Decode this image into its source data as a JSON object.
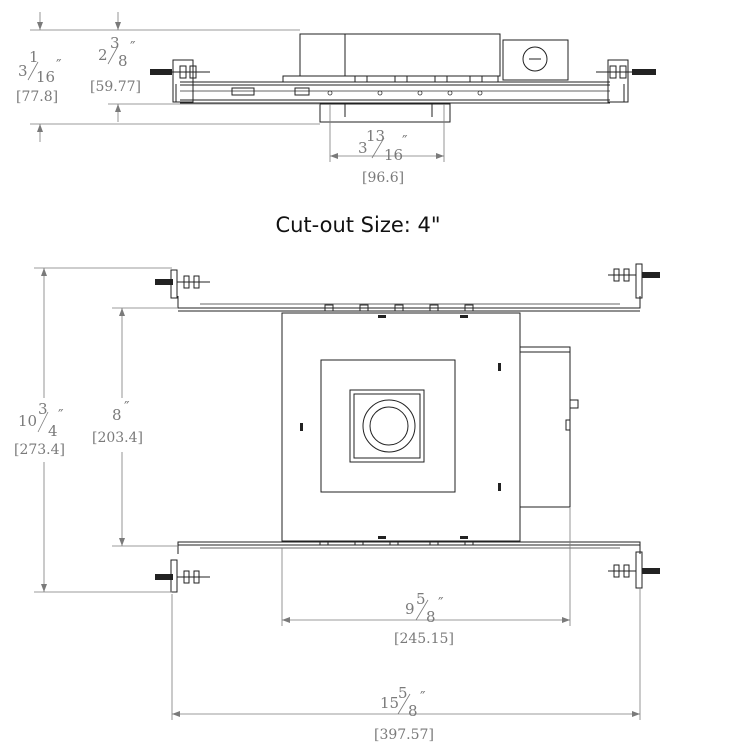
{
  "title": "Cut-out Size: 4\"",
  "dimensions": {
    "side_overall_height": {
      "whole": "3",
      "num": "1",
      "den": "16",
      "mark": "″",
      "metric": "[77.8]"
    },
    "side_body_height": {
      "whole": "2",
      "num": "3",
      "den": "8",
      "mark": "″",
      "metric": "[59.77]"
    },
    "side_box_width": {
      "whole": "3",
      "num": "13",
      "den": "16",
      "mark": "″",
      "metric": "[96.6]"
    },
    "plan_overall_height": {
      "whole": "10",
      "num": "3",
      "den": "4",
      "mark": "″",
      "metric": "[273.4]"
    },
    "plan_body_height": {
      "whole": "8",
      "mark": "″",
      "metric": "[203.4]"
    },
    "plan_body_width": {
      "whole": "9",
      "num": "5",
      "den": "8",
      "mark": "″",
      "metric": "[245.15]"
    },
    "plan_overall_width": {
      "whole": "15",
      "num": "5",
      "den": "8",
      "mark": "″",
      "metric": "[397.57]"
    }
  }
}
